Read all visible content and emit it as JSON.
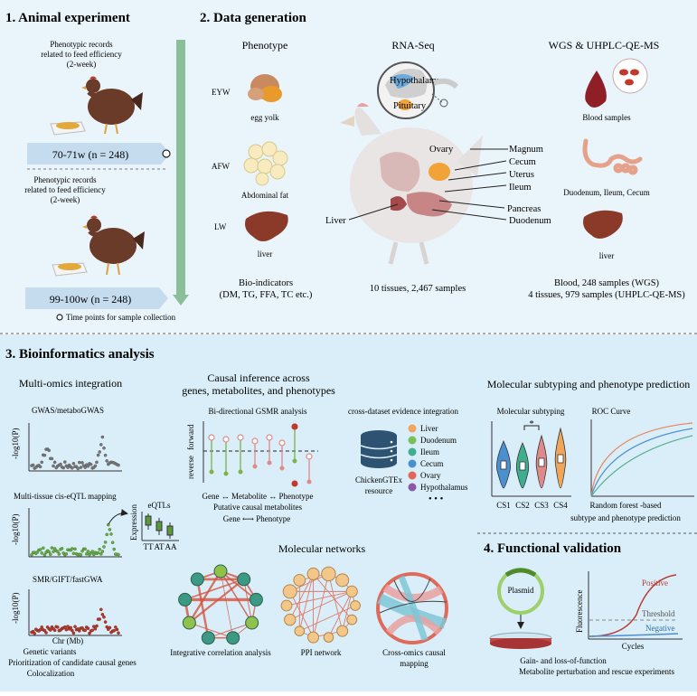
{
  "section1": {
    "title": "1. Animal experiment",
    "record_lines_1": [
      "Phenotypic records",
      "related to feed efficiency",
      "(2-week)"
    ],
    "age_1": "70-71w (n = 248)",
    "record_lines_2": [
      "Phenotypic records",
      "related to feed efficiency",
      "(2-week)"
    ],
    "age_2": "99-100w (n = 248)",
    "legend": "Time points for sample collection"
  },
  "section2": {
    "title": "2. Data generation",
    "phenotype": {
      "title": "Phenotype",
      "rows": [
        {
          "code": "EYW",
          "label": "egg yolk"
        },
        {
          "code": "AFW",
          "label": "Abdominal fat"
        },
        {
          "code": "LW",
          "label": "liver"
        }
      ],
      "bio_title": "Bio-indicators",
      "bio_list": "(DM, TG, FFA, TC etc.)"
    },
    "rnaseq": {
      "title": "RNA-Seq",
      "brain_labels": [
        "Hypothalamus",
        "Pituitary"
      ],
      "organs_right": [
        "Ovary",
        "Magnum",
        "Cecum",
        "Uterus",
        "Ileum",
        "Pancreas",
        "Duodenum"
      ],
      "organ_left": "Liver",
      "summary": "10 tissues, 2,467 samples"
    },
    "wgs": {
      "title": "WGS & UHPLC-QE-MS",
      "samples": [
        "Blood samples",
        "Duodenum, Ileum, Cecum",
        "liver"
      ],
      "summary_1": "Blood,  248 samples (WGS)",
      "summary_2": "4 tissues, 979 samples (UHPLC-QE-MS)"
    }
  },
  "section3": {
    "title": "3. Bioinformatics analysis",
    "multiomics": {
      "title": "Multi-omics integration",
      "panel1": "GWAS/metaboGWAS",
      "panel2": "Multi-tissue cis-eQTL mapping",
      "panel3": "SMR/GIFT/fastGWA",
      "ylabel": "-log10(P)",
      "eqtl_title": "eQTLs",
      "eqtl_ylabel": "Expression",
      "genotypes": [
        "TT",
        "AT",
        "AA"
      ],
      "xlabel": "Chr (Mb)",
      "footer": [
        "Genetic variants",
        "Prioritization of candidate causal genes",
        "Colocalization"
      ]
    },
    "causal": {
      "title_lines": [
        "Causal inference across",
        "genes, metabolites, and phenotypes"
      ],
      "gsmr_title": "Bi-directional GSMR analysis",
      "axis_forward": "forward",
      "axis_reverse": "reverse",
      "footer": [
        "Gene ↔ Metabolite ↔ Phenotype",
        "Putative causal metabolites",
        "Gene ⟷ Phenotype"
      ]
    },
    "crossdataset": {
      "title": "cross-dataset evidence integration",
      "resource": [
        "ChickenGTEx",
        "resource"
      ],
      "tissues": [
        {
          "name": "Liver",
          "color": "#f0a65a"
        },
        {
          "name": "Duodenum",
          "color": "#7bbf5a"
        },
        {
          "name": "Ileum",
          "color": "#3fae8e"
        },
        {
          "name": "Cecum",
          "color": "#4a8fd0"
        },
        {
          "name": "Ovary",
          "color": "#e0665a"
        },
        {
          "name": "Hypothalamus",
          "color": "#8a5aa8"
        }
      ],
      "more": "• • •"
    },
    "networks": {
      "title": "Molecular networks",
      "labels": [
        "Integrative correlation analysis",
        "PPI network",
        "Cross-omics causal",
        "mapping"
      ]
    },
    "subtyping": {
      "title": "Molecular subtyping and phenotype prediction",
      "violin_title": "Molecular subtyping",
      "clusters": [
        "CS1",
        "CS2",
        "CS3",
        "CS4"
      ],
      "star": "*",
      "roc_title": "ROC Curve",
      "footer": [
        "Random forest -based",
        "subtype and phenotype prediction"
      ]
    }
  },
  "section4": {
    "title": "4. Functional validation",
    "plasmid": "Plasmid",
    "ylabel": "Fluorescence",
    "curves": [
      "Positive",
      "Threshold",
      "Negative"
    ],
    "xlabel": "Cycles",
    "footer": [
      "Gain- and loss-of-function",
      "Metabolite perturbation and rescue experiments"
    ]
  }
}
